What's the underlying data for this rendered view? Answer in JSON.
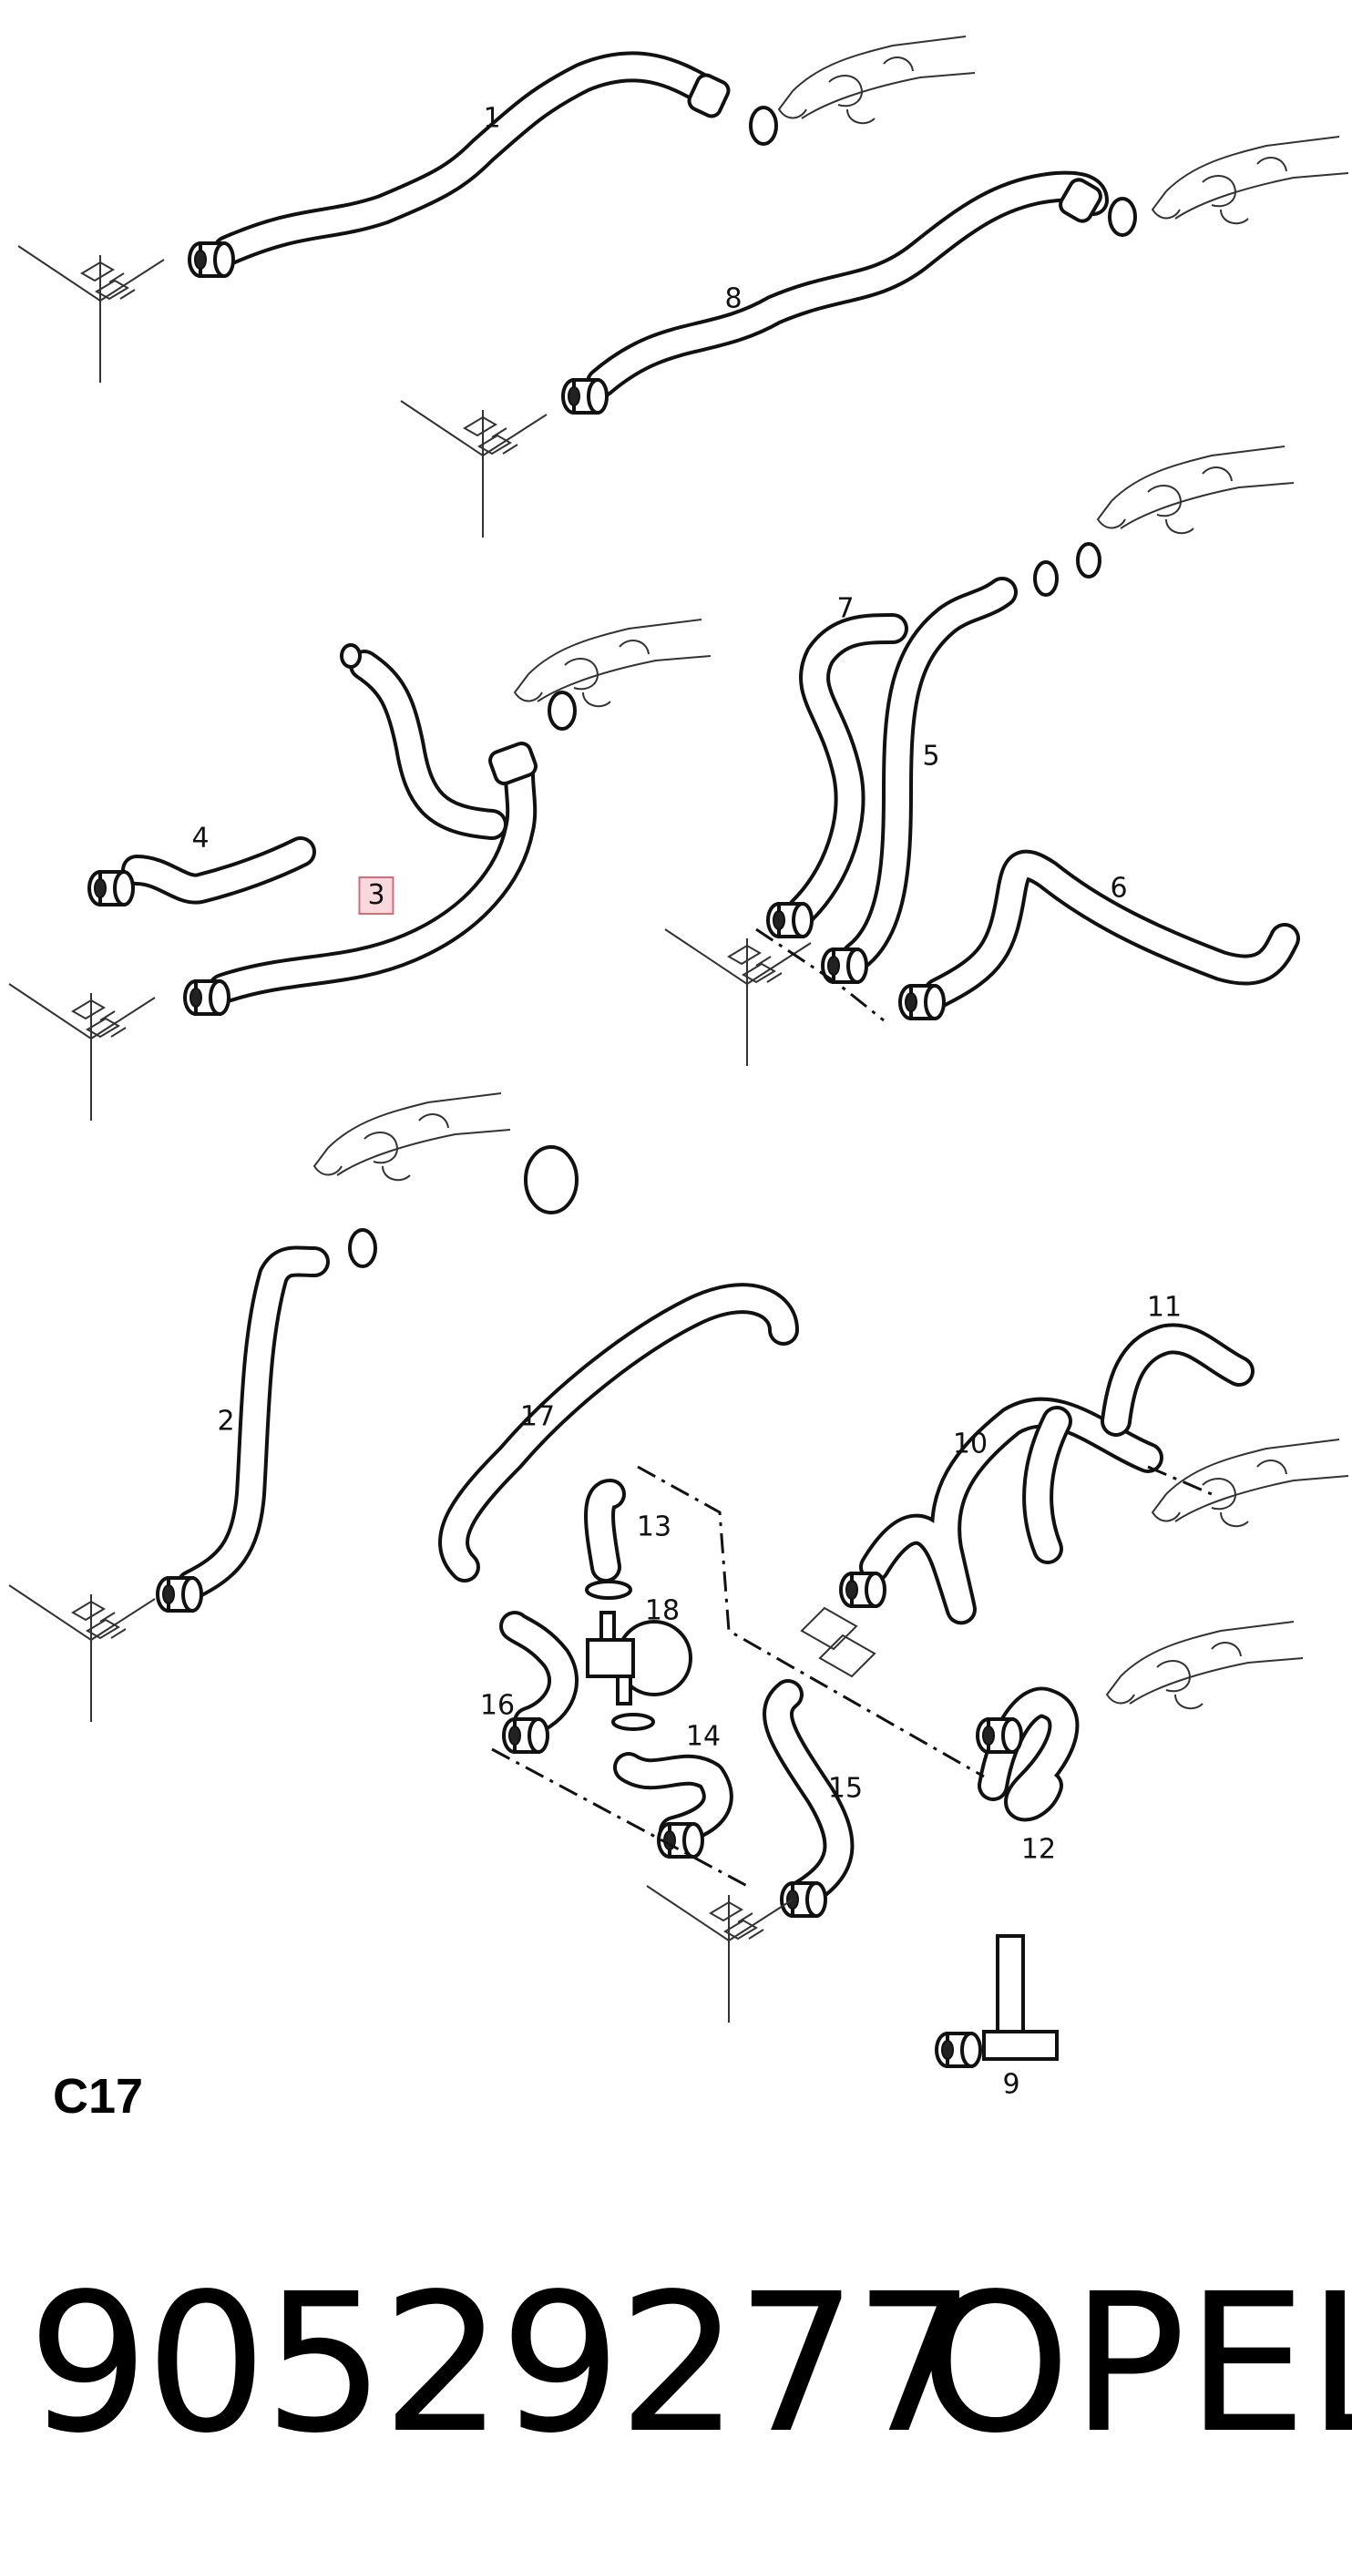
{
  "callouts": [
    {
      "id": "1",
      "text": "1"
    },
    {
      "id": "2",
      "text": "2"
    },
    {
      "id": "3",
      "text": "3",
      "highlighted": true
    },
    {
      "id": "4",
      "text": "4"
    },
    {
      "id": "5",
      "text": "5"
    },
    {
      "id": "6",
      "text": "6"
    },
    {
      "id": "7",
      "text": "7"
    },
    {
      "id": "8",
      "text": "8"
    },
    {
      "id": "9",
      "text": "9"
    },
    {
      "id": "10",
      "text": "10"
    },
    {
      "id": "11",
      "text": "11"
    },
    {
      "id": "12",
      "text": "12"
    },
    {
      "id": "13",
      "text": "13"
    },
    {
      "id": "14",
      "text": "14"
    },
    {
      "id": "15",
      "text": "15"
    },
    {
      "id": "16",
      "text": "16"
    },
    {
      "id": "17",
      "text": "17"
    },
    {
      "id": "18",
      "text": "18"
    }
  ],
  "section_code": "C17",
  "part_number": "90529277",
  "brand": "OPEL",
  "colors": {
    "highlight_border": "#d86a7a",
    "highlight_fill": "#f7d9de",
    "line": "#111111"
  }
}
